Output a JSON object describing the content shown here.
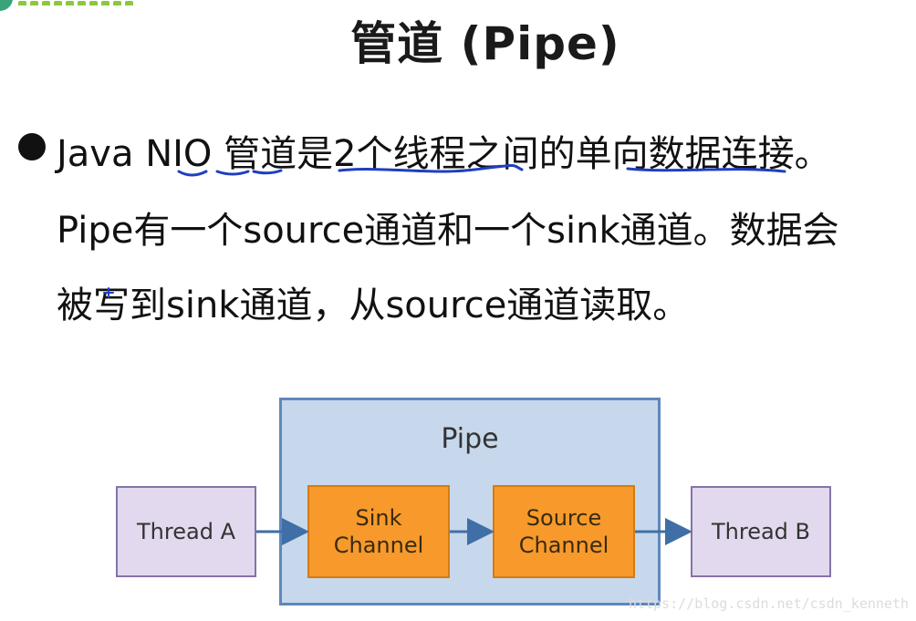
{
  "title": "管道 (Pipe)",
  "bullet": {
    "line1": "Java NIO 管道是2个线程之间的单向数据连接。",
    "line2": "Pipe有一个source通道和一个sink通道。数据会",
    "line3": "被写到sink通道，从source通道读取。"
  },
  "diagram": {
    "pipe_label": "Pipe",
    "thread_a": "Thread A",
    "sink_channel": "Sink Channel",
    "source_channel": "Source Channel",
    "thread_b": "Thread B"
  },
  "colors": {
    "pipe_fill": "#c7d8ec",
    "pipe_border": "#5f87bb",
    "thread_fill": "#e2d9ee",
    "thread_border": "#8673a8",
    "channel_fill": "#f79a2b",
    "arrow": "#3f6fa6",
    "annotation": "#1f3fbf"
  },
  "watermark": "https://blog.csdn.net/csdn_kenneth"
}
